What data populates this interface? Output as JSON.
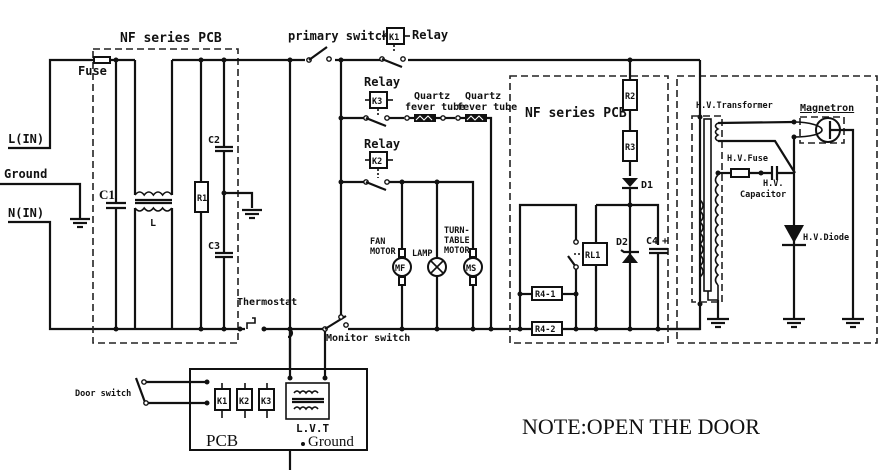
{
  "diagram": {
    "title": "Microwave oven circuit diagram (door open)",
    "inputs": {
      "line": "L(IN)",
      "ground": "Ground",
      "neutral": "N(IN)"
    },
    "nf_filter_pcb": {
      "title": "NF series PCB",
      "fuse": "Fuse",
      "c1": "C1",
      "inductor": "L",
      "r1": "R1",
      "c2": "C2",
      "c3": "C3"
    },
    "thermostat": "Thermostat",
    "primary_switch": "primary switch",
    "monitor_switch": "Monitor switch",
    "relay_k1": {
      "label": "Relay",
      "name": "K1"
    },
    "relay_k3": {
      "label": "Relay",
      "name": "K3"
    },
    "relay_k2": {
      "label": "Relay",
      "name": "K2"
    },
    "quartz_tube_1": {
      "line1": "Quartz",
      "line2": "fever tube"
    },
    "quartz_tube_2": {
      "line1": "Quartz",
      "line2": "fever tube"
    },
    "fan_motor": {
      "line1": "FAN",
      "line2": "MOTOR",
      "symbol": "MF"
    },
    "lamp": {
      "label": "LAMP"
    },
    "turntable_motor": {
      "line1": "TURN-",
      "line2": "TABLE",
      "line3": "MOTOR",
      "symbol": "MS"
    },
    "nf_pcb_2": {
      "title": "NF series PCB",
      "r2": "R2",
      "r3": "R3",
      "d1": "D1",
      "d2": "D2",
      "c4": "C4",
      "c4_polarity": "+",
      "rl1": "RL1",
      "r4_1": "R4-1",
      "r4_2": "R4-2"
    },
    "hv_section": {
      "transformer": "H.V.Transformer",
      "magnetron": "Magnetron",
      "fuse": "H.V.Fuse",
      "capacitor_line1": "H.V.",
      "capacitor_line2": "Capacitor",
      "diode": "H.V.Diode"
    },
    "control_pcb": {
      "door_switch": "Door switch",
      "k1": "K1",
      "k2": "K2",
      "k3": "K3",
      "lvt": "L.V.T",
      "pcb": "PCB",
      "ground": "Ground"
    },
    "note": "NOTE:OPEN THE DOOR"
  }
}
